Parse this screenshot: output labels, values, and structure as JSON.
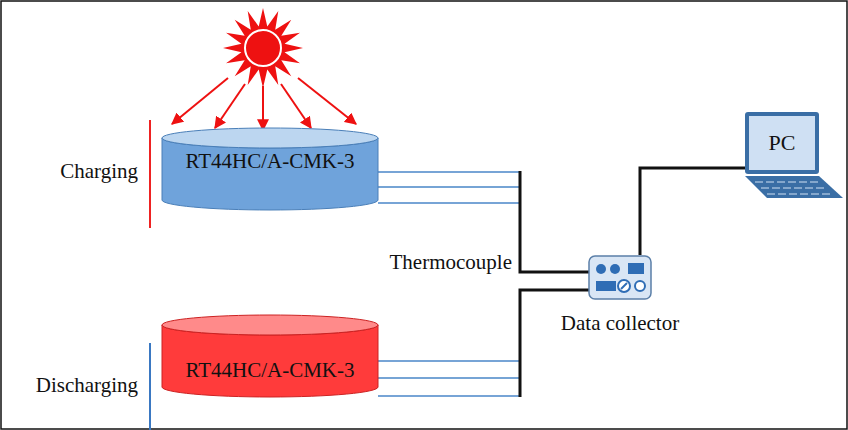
{
  "diagram": {
    "nodes": [
      {
        "text": [
          "RT44HC/A-CMK-3"
        ]
      },
      {
        "text": [
          "RT44HC/A-CMK-3"
        ]
      },
      {
        "text": [
          "Data collector"
        ]
      },
      {
        "text": [
          "PC"
        ]
      }
    ],
    "edges": [
      {
        "from": 0,
        "to": 2,
        "arrow": "none"
      },
      {
        "from": 1,
        "to": 2,
        "arrow": "none"
      },
      {
        "from": 2,
        "to": 3,
        "arrow": "none"
      }
    ],
    "labels": [
      "Charging",
      "Discharging",
      "Thermocouple"
    ]
  }
}
